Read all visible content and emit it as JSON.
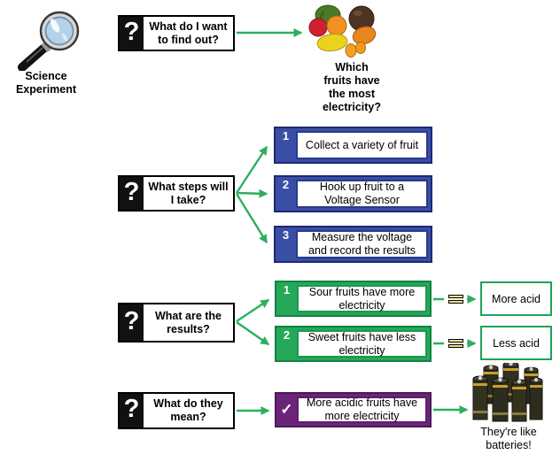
{
  "colors": {
    "arrow_green": "#2cb05e",
    "step_blue_fill": "#3a4ea6",
    "step_blue_border": "#1c2a70",
    "result_green_fill": "#25a857",
    "result_green_border": "#128245",
    "acid_box_border": "#1fa355",
    "meaning_purple_fill": "#6a2579",
    "meaning_purple_border": "#4d1758",
    "question_box_black": "#111111",
    "equals_fill": "#efe08e"
  },
  "science_label": {
    "line1": "Science",
    "line2": "Experiment"
  },
  "q1": {
    "mark": "?",
    "line1": "What do I want",
    "line2": "to find out?"
  },
  "fruits_caption": {
    "line1": "Which",
    "line2": "fruits have",
    "line3": "the most",
    "line4": "electricity?"
  },
  "q2": {
    "mark": "?",
    "line1": "What steps will",
    "line2": "I take?"
  },
  "steps": [
    {
      "number": "1",
      "line1": "Collect a variety of fruit"
    },
    {
      "number": "2",
      "line1": "Hook up fruit to a",
      "line2": "Voltage Sensor"
    },
    {
      "number": "3",
      "line1": "Measure the voltage",
      "line2": "and record the results"
    }
  ],
  "q3": {
    "mark": "?",
    "line1": "What are the",
    "line2": "results?"
  },
  "results": [
    {
      "number": "1",
      "line1": "Sour fruits have more",
      "line2": "electricity",
      "conclusion": "More acid"
    },
    {
      "number": "2",
      "line1": "Sweet fruits have less",
      "line2": "electricity",
      "conclusion": "Less acid"
    }
  ],
  "q4": {
    "mark": "?",
    "line1": "What do they",
    "line2": "mean?"
  },
  "meaning": {
    "mark": "✓",
    "line1": "More acidic fruits have",
    "line2": "more electricity"
  },
  "batteries_caption": {
    "line1": "They're like",
    "line2": "batteries!"
  }
}
